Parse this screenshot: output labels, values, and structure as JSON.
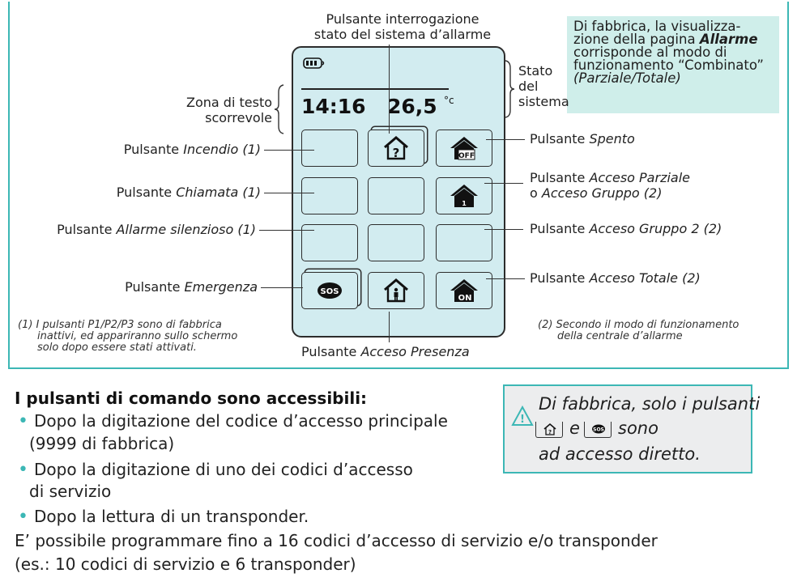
{
  "top_label": {
    "line1": "Pulsante interrogazione",
    "line2": "stato del sistema d’allarme"
  },
  "screen": {
    "time": "14:16",
    "temperature": "26,5",
    "unit": "°c"
  },
  "side": {
    "zona_line1": "Zona di testo",
    "zona_line2": "scorrevole",
    "stato_line1": "Stato",
    "stato_line2": "del",
    "stato_line3": "sistema"
  },
  "left_labels": [
    {
      "prefix": "Pulsante ",
      "italic": "Incendio (1)"
    },
    {
      "prefix": "Pulsante ",
      "italic": "Chiamata (1)"
    },
    {
      "prefix": "Pulsante ",
      "italic": "Allarme silenzioso (1)"
    },
    {
      "prefix": "Pulsante ",
      "italic": "Emergenza"
    }
  ],
  "right_labels": [
    {
      "prefix": "Pulsante ",
      "italic": "Spento"
    },
    {
      "prefix": "Pulsante ",
      "italic": "Acceso Parziale",
      "line2_prefix": "o ",
      "line2_italic": "Acceso Gruppo (2)"
    },
    {
      "prefix": "Pulsante ",
      "italic": "Acceso Gruppo 2 (2)"
    },
    {
      "prefix": "Pulsante ",
      "italic": "Acceso Totale (2)"
    }
  ],
  "bottom_label": {
    "prefix": "Pulsante ",
    "italic": "Acceso Presenza"
  },
  "button_icons": {
    "sos": "SOS",
    "off": "OFF",
    "on": "ON",
    "group": "1",
    "query": "?"
  },
  "note": {
    "line1": "Di fabbrica, la visualizza-",
    "line2_a": "zione della pagina ",
    "line2_b": "Allarme",
    "line3": "corrisponde al modo di",
    "line4": "funzionamento “Combinato”",
    "line5": "(Parziale/Totale)"
  },
  "footnote_left": {
    "line1": "(1) I pulsanti P1/P2/P3 sono di fabbrica",
    "line2": "inattivi, ed appariranno sullo schermo",
    "line3": "solo dopo essere stati attivati."
  },
  "footnote_right": {
    "line1": "(2) Secondo il modo di funzionamento",
    "line2": "della centrale d’allarme"
  },
  "body": {
    "heading": "I pulsanti di comando sono accessibili:",
    "bullet1_line1": "Dopo la digitazione del codice d’accesso principale",
    "bullet1_line2": "(9999 di fabbrica)",
    "bullet2_line1": "Dopo la digitazione di uno dei codici d’accesso",
    "bullet2_line2": "di servizio",
    "bullet3": "Dopo la lettura di un transponder.",
    "para_line1": "E’ possibile programmare fino a 16 codici d’accesso di servizio e/o transponder",
    "para_line2": "(es.: 10 codici di servizio e 6 transponder)"
  },
  "warning": {
    "line1": "Di fabbrica, solo i pulsanti",
    "e": "e",
    "sono": "sono",
    "line3": "ad accesso diretto."
  },
  "colors": {
    "accent": "#3cb7b5",
    "screen": "#d2ecf0",
    "note_bg": "#cfeeea",
    "warn_bg": "#ecedee"
  }
}
